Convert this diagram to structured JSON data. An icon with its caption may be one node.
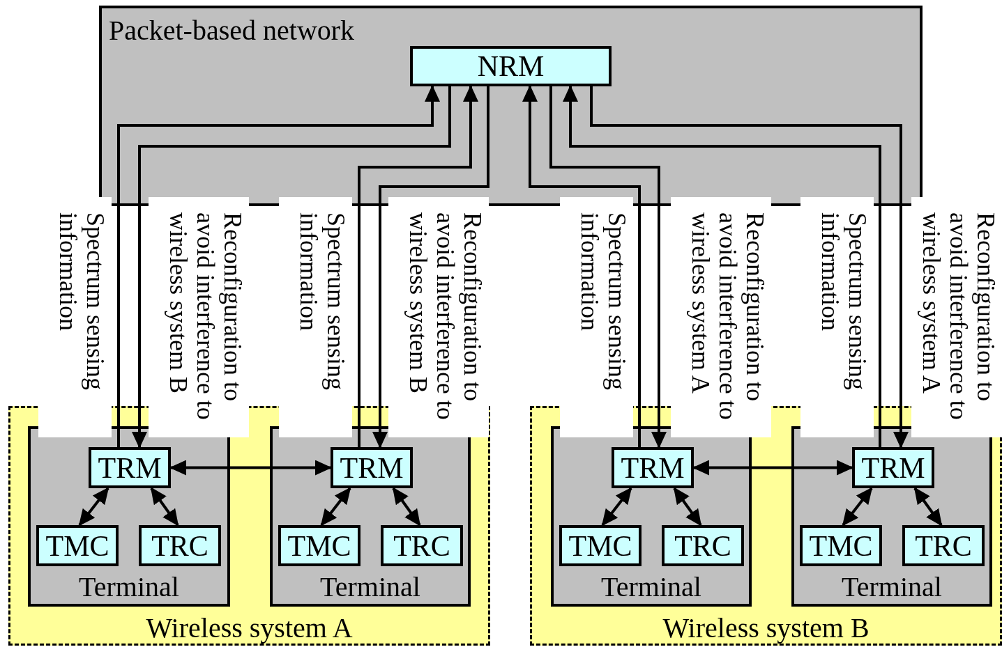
{
  "diagram": {
    "nodes": [
      {
        "text": [
          "Packet-based network"
        ]
      },
      {
        "text": [
          "NRM"
        ],
        "in": 0
      },
      {
        "text": [
          "Wireless system A"
        ]
      },
      {
        "text": [
          "Terminal"
        ],
        "in": 2
      },
      {
        "text": [
          "TRM"
        ],
        "in": 3
      },
      {
        "text": [
          "TMC"
        ],
        "in": 3
      },
      {
        "text": [
          "TRC"
        ],
        "in": 3
      },
      {
        "text": [
          "Terminal"
        ],
        "in": 2
      },
      {
        "text": [
          "TRM"
        ],
        "in": 7
      },
      {
        "text": [
          "TMC"
        ],
        "in": 7
      },
      {
        "text": [
          "TRC"
        ],
        "in": 7
      },
      {
        "text": [
          "Wireless system B"
        ]
      },
      {
        "text": [
          "Terminal"
        ],
        "in": 11
      },
      {
        "text": [
          "TRM"
        ],
        "in": 12
      },
      {
        "text": [
          "TMC"
        ],
        "in": 12
      },
      {
        "text": [
          "TRC"
        ],
        "in": 12
      },
      {
        "text": [
          "Terminal"
        ],
        "in": 11
      },
      {
        "text": [
          "TRM"
        ],
        "in": 16
      },
      {
        "text": [
          "TMC"
        ],
        "in": 16
      },
      {
        "text": [
          "TRC"
        ],
        "in": 16
      }
    ],
    "edges": [
      {
        "from": 4,
        "to": 1,
        "arrow": "to",
        "label": "Spectrum sensing information"
      },
      {
        "from": 1,
        "to": 4,
        "arrow": "to",
        "label": "Reconfiguration to avoid interference to wireless system B"
      },
      {
        "from": 8,
        "to": 1,
        "arrow": "to",
        "label": "Spectrum sensing information"
      },
      {
        "from": 1,
        "to": 8,
        "arrow": "to",
        "label": "Reconfiguration to avoid interference to wireless system B"
      },
      {
        "from": 13,
        "to": 1,
        "arrow": "to",
        "label": "Spectrum sensing information"
      },
      {
        "from": 1,
        "to": 13,
        "arrow": "to",
        "label": "Reconfiguration to avoid interference to wireless system A"
      },
      {
        "from": 17,
        "to": 1,
        "arrow": "to",
        "label": "Spectrum sensing information"
      },
      {
        "from": 1,
        "to": 17,
        "arrow": "to",
        "label": "Reconfiguration to avoid interference to wireless system A"
      },
      {
        "from": 4,
        "to": 8,
        "arrow": "both"
      },
      {
        "from": 4,
        "to": 5,
        "arrow": "both"
      },
      {
        "from": 4,
        "to": 6,
        "arrow": "both"
      },
      {
        "from": 8,
        "to": 9,
        "arrow": "both"
      },
      {
        "from": 8,
        "to": 10,
        "arrow": "both"
      },
      {
        "from": 13,
        "to": 17,
        "arrow": "both"
      },
      {
        "from": 13,
        "to": 14,
        "arrow": "both"
      },
      {
        "from": 13,
        "to": 15,
        "arrow": "both"
      },
      {
        "from": 17,
        "to": 18,
        "arrow": "both"
      },
      {
        "from": 17,
        "to": 19,
        "arrow": "both"
      }
    ]
  }
}
